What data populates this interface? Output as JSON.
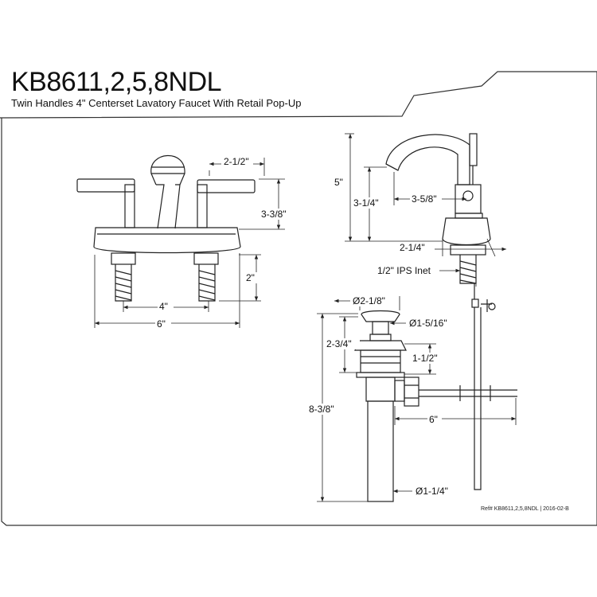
{
  "header": {
    "model": "KB8611,2,5,8NDL",
    "description": "Twin Handles 4\" Centerset Lavatory Faucet With Retail Pop-Up"
  },
  "front_view": {
    "dims": {
      "handle_spread": "2-1/2\"",
      "body_height": "3-3/8\"",
      "shank_length": "2\"",
      "center_spacing": "4\"",
      "base_width": "6\""
    }
  },
  "side_view": {
    "dims": {
      "overall_height": "5\"",
      "spout_height": "3-1/4\"",
      "spout_reach": "3-5/8\"",
      "base_depth": "2-1/4\"",
      "inlet": "1/2\" IPS Inet"
    }
  },
  "drain_view": {
    "dims": {
      "flange_diameter": "Ø2-1/8\"",
      "stopper_diameter": "Ø1-5/16\"",
      "flange_height": "2-3/4\"",
      "body_length": "1-1/2\"",
      "overall_length": "8-3/8\"",
      "rod_length": "6\"",
      "tail_diameter": "Ø1-1/4\""
    }
  },
  "footer": {
    "ref": "Ref# KB8611,2,5,8NDL | 2016-02-B"
  },
  "colors": {
    "line": "#222222",
    "background": "#ffffff"
  }
}
